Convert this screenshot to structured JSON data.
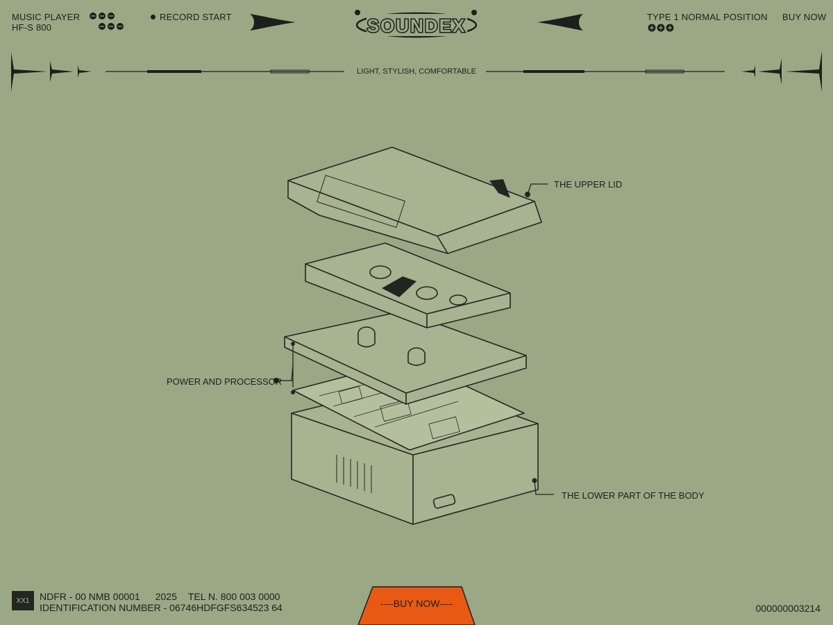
{
  "header": {
    "product_line1": "MUSIC PLAYER",
    "product_line2": "HF-S 800",
    "record": "RECORD START",
    "logo": "SOUNDEX",
    "type": "TYPE 1 NORMAL POSITION",
    "buy_top": "BUY NOW"
  },
  "tagline": "LIGHT, STYLISH, COMFORTABLE",
  "callouts": {
    "upper": "THE UPPER LID",
    "power": "POWER AND PROCESSOR",
    "lower": "THE LOWER PART OF THE BODY"
  },
  "footer": {
    "badge": "XX1",
    "ref": "NDFR - 00 NMB 00001",
    "year": "2025",
    "tel": "TEL N. 800 003 0000",
    "ident": "IDENTIFICATION NUMBER - 06746HDFGFS634523 64",
    "buy_button": "----BUY NOW----",
    "serial": "000000003214"
  },
  "colors": {
    "background": "#9ba886",
    "ink": "#1c1f1a",
    "accent": "#e85a14"
  }
}
